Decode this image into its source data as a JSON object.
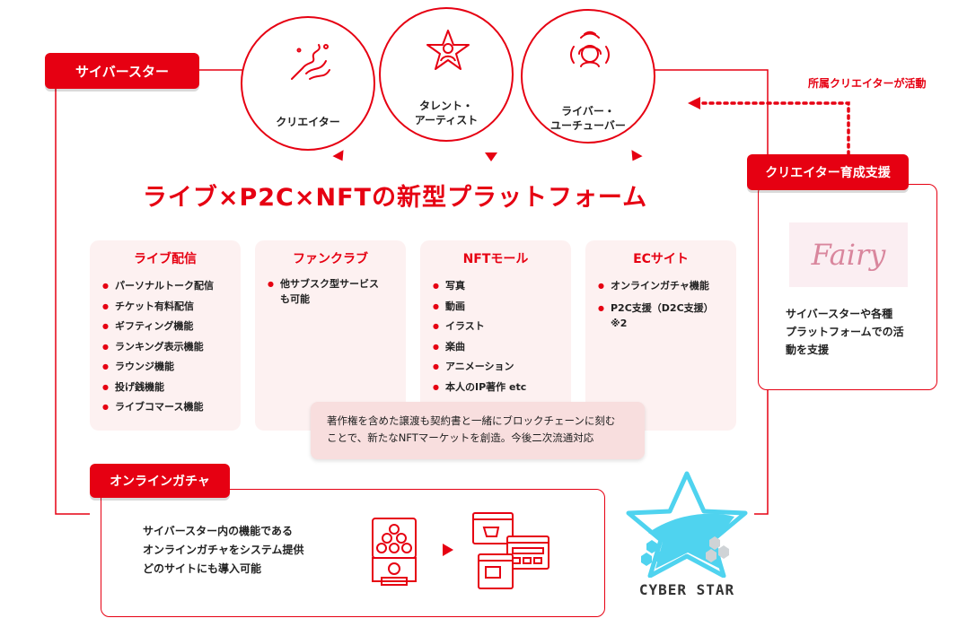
{
  "title": "ライブ×P2C×NFTの新型プラットフォーム",
  "brand_tag": "サイバースター",
  "circles": [
    {
      "label_lines": [
        "クリエイター"
      ]
    },
    {
      "label_lines": [
        "タレント・",
        "アーティスト"
      ]
    },
    {
      "label_lines": [
        "ライバー・",
        "ユーチューバー"
      ]
    }
  ],
  "affiliation_label": "所属クリエイターが活動",
  "creator_support": {
    "tag": "クリエイター育成支援",
    "logo_text": "Fairy",
    "desc_lines": [
      "サイバースターや各種",
      "プラットフォームでの活",
      "動を支援"
    ]
  },
  "columns": [
    {
      "title": "ライブ配信",
      "items": [
        "パーソナルトーク配信",
        "チケット有料配信",
        "ギフティング機能",
        "ランキング表示機能",
        "ラウンジ機能",
        "投げ銭機能",
        "ライブコマース機能"
      ]
    },
    {
      "title": "ファンクラブ",
      "items": [
        "他サブスク型サービス\nも可能"
      ]
    },
    {
      "title": "NFTモール",
      "items": [
        "写真",
        "動画",
        "イラスト",
        "楽曲",
        "アニメーション",
        "本人のIP著作 etc"
      ]
    },
    {
      "title": "ECサイト",
      "items": [
        "オンラインガチャ機能",
        "P2C支援（D2C支援）\n※2"
      ]
    }
  ],
  "note_lines": [
    "著作権を含めた譲渡も契約書と一緒にブロックチェーンに刻む",
    "ことで、新たなNFTマーケットを創造。今後二次流通対応"
  ],
  "gacha": {
    "tag": "オンラインガチャ",
    "desc_lines": [
      "サイバースター内の機能である",
      "オンラインガチャをシステム提供",
      "どのサイトにも導入可能"
    ]
  },
  "logo_text": "CYBER STAR",
  "colors": {
    "accent": "#e60012",
    "panel": "#fdf1f1",
    "note": "#f8dede",
    "star": "#4fd3ef"
  }
}
